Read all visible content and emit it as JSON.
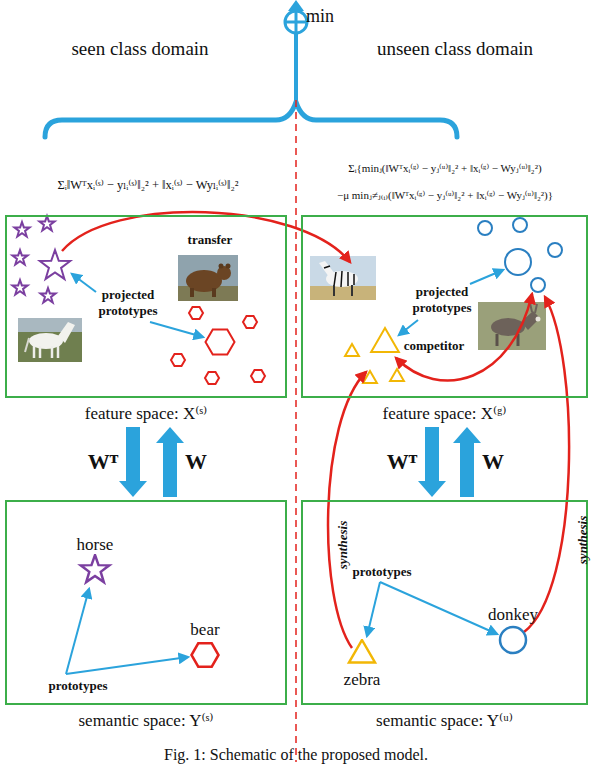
{
  "diagram": {
    "caption": "Fig. 1: Schematic of the proposed model.",
    "nodes": [
      {
        "text": [
          "feature space: X⁽ˢ⁾"
        ]
      },
      {
        "text": [
          "feature space: X⁽ᵍ⁾"
        ]
      },
      {
        "text": [
          "semantic space: Y⁽ˢ⁾"
        ]
      },
      {
        "text": [
          "horse"
        ],
        "in": 2
      },
      {
        "text": [
          "bear"
        ],
        "in": 2
      },
      {
        "text": [
          "semantic space: Y⁽ᵘ⁾"
        ]
      },
      {
        "text": [
          "donkey"
        ],
        "in": 5
      },
      {
        "text": [
          "zebra"
        ],
        "in": 5
      }
    ],
    "edges": [
      {
        "from": 0,
        "to": 2,
        "label": "Wᵀ",
        "arrow": "to"
      },
      {
        "from": 2,
        "to": 0,
        "label": "W",
        "arrow": "to"
      },
      {
        "from": 1,
        "to": 5,
        "label": "Wᵀ",
        "arrow": "to"
      },
      {
        "from": 5,
        "to": 1,
        "label": "W",
        "arrow": "to"
      }
    ],
    "labels": [
      "min",
      "seen class domain",
      "unseen class domain",
      "Σᵢ‖Wᵀxᵢ⁽ˢ⁾ − yₗᵢ⁽ˢ⁾‖₂² + ‖xᵢ⁽ˢ⁾ − Wyₗᵢ⁽ˢ⁾‖₂²",
      "Σᵢ{minⱼ(‖Wᵀxᵢ⁽ᵍ⁾ − yⱼ⁽ᵘ⁾‖₂² + ‖xᵢ⁽ᵍ⁾ − Wyⱼ⁽ᵘ⁾‖₂²)",
      "−μ minⱼ≠ⱼ₍ᵢ₎(‖Wᵀxᵢ⁽ᵍ⁾ − yⱼ⁽ᵘ⁾‖₂² + ‖xᵢ⁽ᵍ⁾ − Wyⱼ⁽ᵘ⁾‖₂²)}",
      "transfer",
      "projected prototypes",
      "projected prototypes",
      "competitor",
      "prototypes",
      "prototypes",
      "synthesis",
      "synthesis"
    ]
  }
}
